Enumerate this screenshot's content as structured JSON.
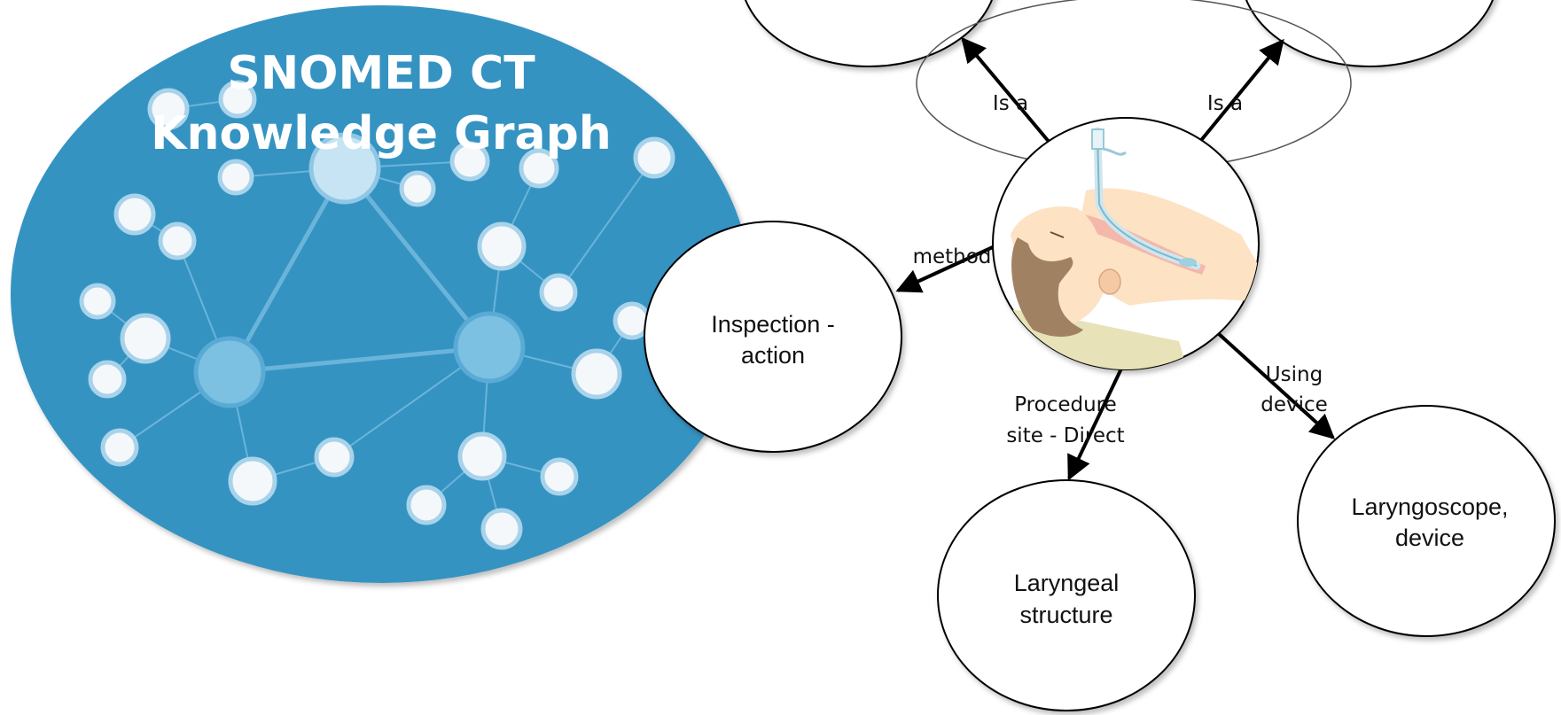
{
  "knowledge_graph": {
    "title_line1": "SNOMED CT",
    "title_line2": "Knowledge Graph",
    "colors": {
      "background": "#3493c2",
      "edge": "#6ab4da",
      "node_fill": "#f4f8fb",
      "node_ring": "#a8d3ea",
      "hub_fill": "#7cc0e2",
      "hub_light": "#c6e4f3"
    }
  },
  "concept_graph": {
    "nodes": {
      "inspection": {
        "line1": "Inspection -",
        "line2": "action"
      },
      "laryngeal": {
        "line1": "Laryngeal",
        "line2": "structure"
      },
      "laryngoscope": {
        "line1": "Laryngoscope,",
        "line2": "device"
      }
    },
    "edges": {
      "is_a_left": "Is a",
      "is_a_right": "Is a",
      "method": "method",
      "procedure_site_line1": "Procedure",
      "procedure_site_line2": "site - Direct",
      "using_device_line1": "Using",
      "using_device_line2": "device"
    },
    "center_illustration": "intubated-patient-illustration"
  }
}
